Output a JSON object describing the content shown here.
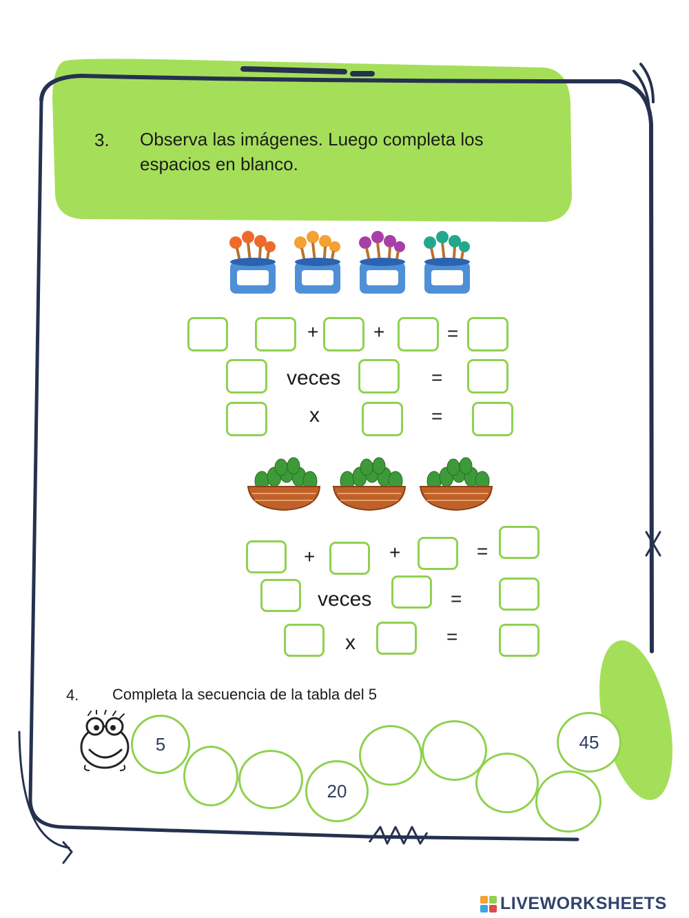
{
  "colors": {
    "accent_green": "#a5df5a",
    "box_border": "#8fd14f",
    "frame_navy": "#25314f",
    "number_text": "#2f3b5e"
  },
  "exercise3": {
    "number": "3.",
    "instruction": "Observa las imágenes. Luego completa los espacios en blanco.",
    "illustration_1": "paint-pots-brushes",
    "group1": {
      "plus": "+",
      "equals": "=",
      "veces": "veces",
      "times": "x"
    },
    "illustration_2": "pear-baskets",
    "group2": {
      "plus": "+",
      "equals": "=",
      "veces": "veces",
      "times": "x"
    }
  },
  "exercise4": {
    "number": "4.",
    "instruction": "Completa la secuencia de la tabla del 5",
    "caterpillar": [
      "5",
      "",
      "",
      "20",
      "",
      "",
      "",
      "",
      "45"
    ]
  },
  "footer": {
    "brand": "LIVEWORKSHEETS"
  }
}
